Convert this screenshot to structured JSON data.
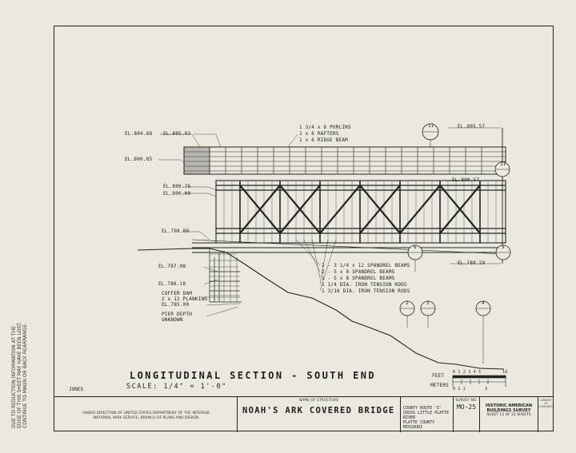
{
  "side_note": [
    "DUE TO REDUCTION INFORMATION AT THE",
    "EDGE OF THIS SHEET MAY HAVE BEEN LOST.",
    "CONTINUE TO MAGN OR BACK REARRANGE."
  ],
  "elevations": {
    "el_804_88": "EL.804.88",
    "el_805_03": "EL.805.03",
    "el_800_85": "EL.800.85",
    "el_800_76": "EL.800.76",
    "el_800_00": "EL.800.00",
    "el_798_00": "EL.798.00",
    "el_787_08": "EL.787.08",
    "el_786_18": "EL.786.18",
    "el_785_00": "EL.785.00",
    "el_805_57": "EL.805.57",
    "el_800_57": "EL.800.57",
    "el_789_29": "EL.789.29"
  },
  "roof_notes": {
    "purlins": "1 3/4 x 6  PURLINS",
    "rafters": "1 x 6  RAFTERS",
    "ridge": "1 x 6  RIDGE BEAM"
  },
  "lower_notes": {
    "spandrel_a": "2 - 3 1/4 x 12  SPANDREL BEAMS",
    "spandrel_b": "2 - 5 x 8  SPANDREL BEAMS",
    "spandrel_c": "1 - 5 x 8  SPANDREL BEAMS",
    "tension_a": "1 1/4 DIA. IRON TENSION RODS",
    "tension_b": "1 3/16 DIA. IRON TENSION RODS"
  },
  "foundation_notes": {
    "coffer_dam": "COFFER DAM",
    "planking": "2 x 12  PLANKING",
    "pier_depth": "PIER DEPTH",
    "unknown": "UNKNOWN"
  },
  "detail_markers": [
    "11",
    "11",
    "6",
    "5",
    "2",
    "3",
    "4"
  ],
  "scale_bar": {
    "feet_label": "FEET",
    "meters_label": "METERS",
    "feet_ticks": "0 1 2 3 4 5",
    "feet_end": "10",
    "meters_ticks": "0 1 2",
    "meters_end": "3"
  },
  "drawing_title": "LONGITUDINAL SECTION - SOUTH END",
  "drawing_scale": "SCALE: 1/4\" = 1'-0\"",
  "delineator": "JONES",
  "title_block": {
    "agency_lines": [
      "UNDER DIRECTION OF UNITED STATES DEPARTMENT OF THE INTERIOR",
      "NATIONAL PARK SERVICE, BRANCH OF PLANS AND DESIGN"
    ],
    "name_label": "NAME OF STRUCTURE",
    "structure_name": "NOAH'S ARK COVERED BRIDGE",
    "location_lines": [
      "COUNTY  ROUTE 'E' CROSS LITTLE PLATTE RIVER",
      "PLATTE   COUNTY           MISSOURI"
    ],
    "survey_label": "SURVEY NO.",
    "survey_no": "MO-25",
    "habs_line1": "HISTORIC AMERICAN",
    "habs_line2": "BUILDINGS SURVEY",
    "sheet_line": "SHEET 13 OF 22 SHEETS",
    "stamp_text": "LIBRARY OF CONGRESS"
  }
}
